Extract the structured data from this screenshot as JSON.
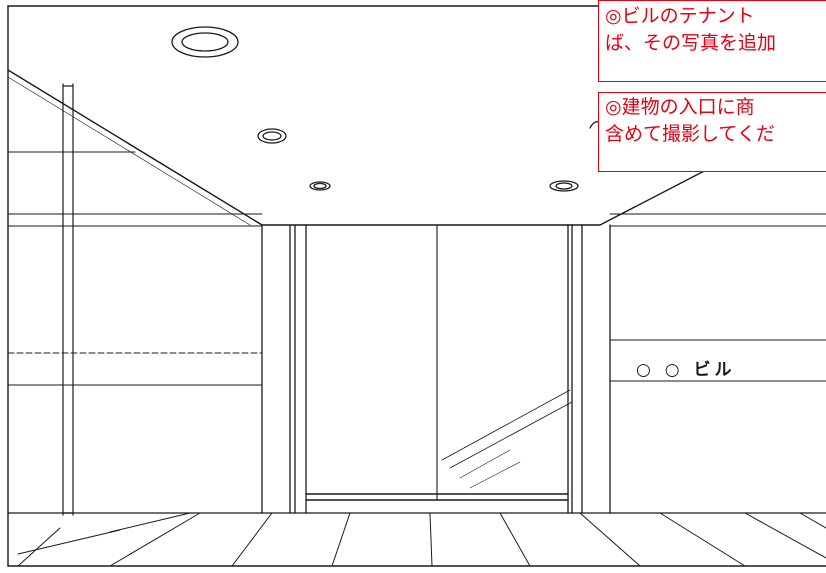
{
  "notes": [
    {
      "line1": "◎ビルのテナント",
      "line2": "ば、その写真を追加"
    },
    {
      "line1": "◎建物の入口に商",
      "line2": "含めて撮影してくだ"
    }
  ],
  "sign": {
    "text": "○ ○ ビル"
  },
  "colors": {
    "note_border": "#e60012",
    "note_text": "#e60012",
    "ink": "#1a1a1a"
  }
}
